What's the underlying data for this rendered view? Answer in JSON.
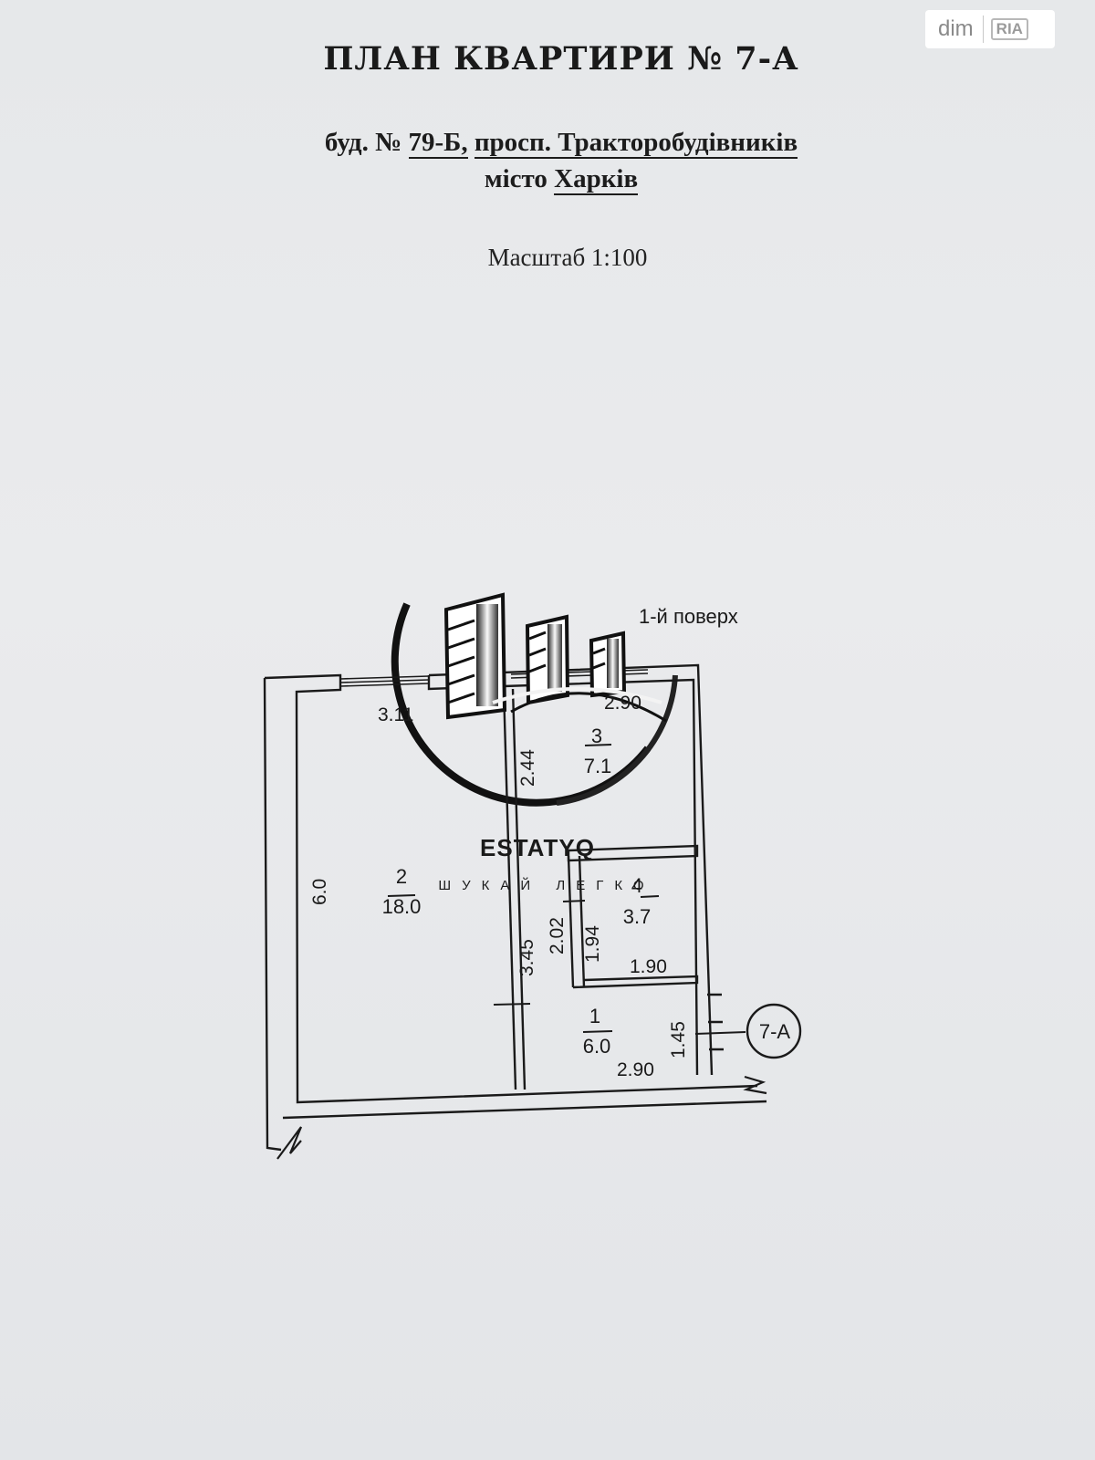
{
  "header": {
    "title": "ПЛАН КВАРТИРИ № 7-А",
    "address_prefix": "буд. №",
    "building_number": "79-Б,",
    "street": "просп. Тракторобудівників",
    "city_prefix": "місто",
    "city": "Харків",
    "scale": "Масштаб 1:100"
  },
  "watermark": {
    "badge_text": "dim",
    "badge_logo": "RIA",
    "brand": "ESTATYQ",
    "slogan": "ШУКАЙ ЛЕГКО"
  },
  "plan": {
    "floor_label": "1-й поверх",
    "apartment_tag": "7-А",
    "rooms": [
      {
        "number": "1",
        "area": "6.0"
      },
      {
        "number": "2",
        "area": "18.0"
      },
      {
        "number": "3",
        "area": "7.1"
      },
      {
        "number": "4",
        "area": "3.7"
      }
    ],
    "dimensions": {
      "room2_width": "3.11",
      "room2_height": "6.0",
      "room3_width": "2.90",
      "room3_depth": "2.44",
      "hall_length": "3.45",
      "room4_height_outer": "2.02",
      "room4_height_inner": "1.94",
      "room4_width": "1.90",
      "room1_depth": "1.45",
      "room1_width": "2.90"
    }
  },
  "colors": {
    "ink": "#1a1a1a",
    "paper": "#e8e9eb"
  }
}
